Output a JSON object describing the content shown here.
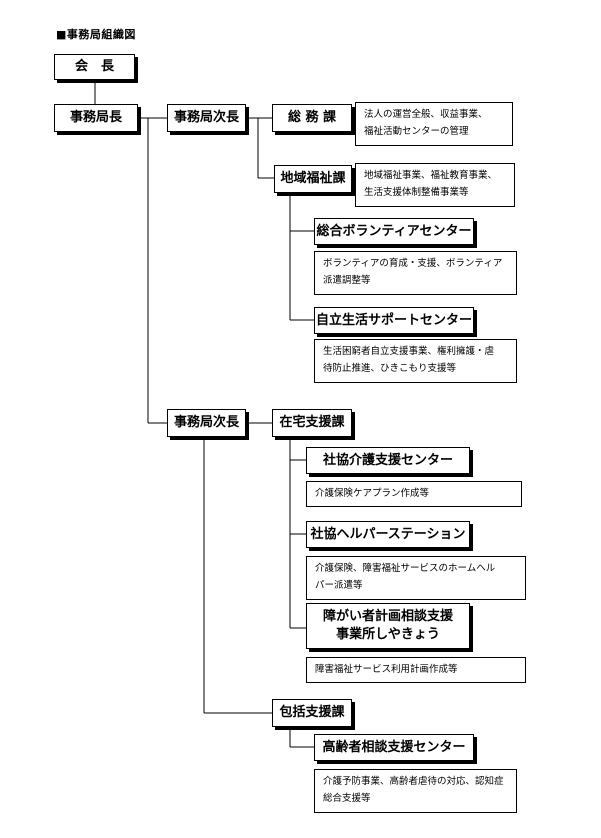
{
  "title": "■事務局組織図",
  "nodes": {
    "chairman": "会　長",
    "secretary_general": "事務局長",
    "deputy_1": "事務局次長",
    "general_affairs": "総 務 課",
    "community_welfare": "地域福祉課",
    "volunteer_center": "総合ボランティアセンター",
    "independence_center": "自立生活サポートセンター",
    "deputy_2": "事務局次長",
    "home_support": "在宅支援課",
    "care_support_center": "社協介護支援センター",
    "helper_station": "社協ヘルパーステーション",
    "planning_office_line1": "障がい者計画相談支援",
    "planning_office_line2": "事業所しやきょう",
    "comprehensive_support": "包括支援課",
    "elderly_center": "高齢者相談支援センター"
  },
  "descriptions": {
    "general_affairs": [
      "法人の運営全般、収益事業、",
      "福祉活動センターの管理"
    ],
    "community_welfare": [
      "地域福祉事業、福祉教育事業、",
      "生活支援体制整備事業等"
    ],
    "volunteer_center": [
      "ボランティアの育成・支援、ボランティア",
      "派遣調整等"
    ],
    "independence_center": [
      "生活困窮者自立支援事業、権利擁護・虐",
      "待防止推進、ひきこもり支援等"
    ],
    "care_support_center": [
      "介護保険ケアプラン作成等"
    ],
    "helper_station": [
      "介護保険、障害福祉サービスのホームヘル",
      "パー派遣等"
    ],
    "planning_office": [
      "障害福祉サービス利用計画作成等"
    ],
    "elderly_center": [
      "介護予防事業、高齢者虐待の対応、認知症",
      "総合支援等"
    ]
  }
}
